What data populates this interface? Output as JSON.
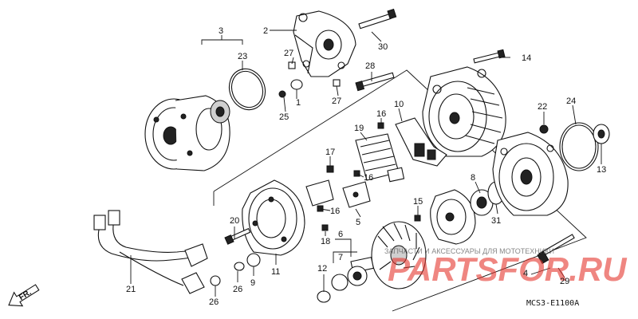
{
  "diagram": {
    "code": "MCS3-E1100A",
    "direction_label": "FR.",
    "callouts": [
      "1",
      "2",
      "3",
      "4",
      "5",
      "6",
      "7",
      "8",
      "9",
      "10",
      "11",
      "12",
      "13",
      "14",
      "15",
      "16",
      "16",
      "16",
      "17",
      "18",
      "19",
      "20",
      "21",
      "22",
      "23",
      "24",
      "25",
      "26",
      "26",
      "27",
      "27",
      "28",
      "29",
      "30",
      "31"
    ]
  },
  "watermark": {
    "brand": "PARTSFOR.RU",
    "tagline": "ЗАПЧАСТИ И АКСЕССУАРЫ ДЛЯ МОТОТЕХНИКИ"
  },
  "colors": {
    "line": "#111111",
    "watermark": "#e5362e"
  }
}
